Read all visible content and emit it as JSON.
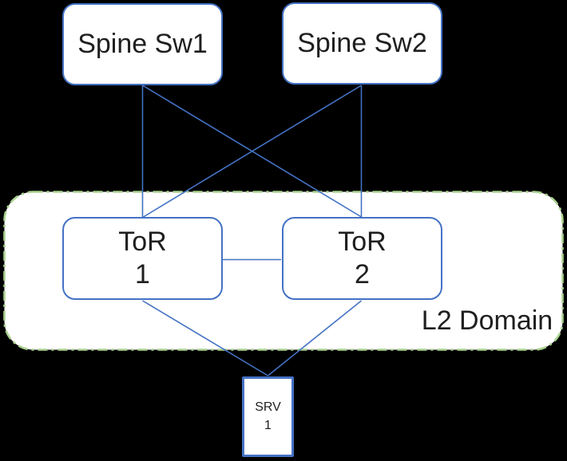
{
  "diagram": {
    "type": "network-topology",
    "nodes": {
      "spine1": {
        "label": "Spine Sw1",
        "role": "spine-switch"
      },
      "spine2": {
        "label": "Spine Sw2",
        "role": "spine-switch"
      },
      "tor1": {
        "line1": "ToR",
        "line2": "1",
        "role": "top-of-rack-switch"
      },
      "tor2": {
        "line1": "ToR",
        "line2": "2",
        "role": "top-of-rack-switch"
      },
      "srv1": {
        "line1": "SRV",
        "line2": "1",
        "role": "server"
      }
    },
    "l2_domain": {
      "label": "L2 Domain",
      "contains": [
        "ToR 1",
        "ToR 2"
      ]
    },
    "links": [
      {
        "from": "Spine Sw1",
        "to": "ToR 1"
      },
      {
        "from": "Spine Sw1",
        "to": "ToR 2"
      },
      {
        "from": "Spine Sw2",
        "to": "ToR 1"
      },
      {
        "from": "Spine Sw2",
        "to": "ToR 2"
      },
      {
        "from": "ToR 1",
        "to": "ToR 2"
      },
      {
        "from": "ToR 1",
        "to": "SRV 1"
      },
      {
        "from": "ToR 2",
        "to": "SRV 1"
      }
    ],
    "colors": {
      "background": "#000000",
      "node_fill": "#FFFFFF",
      "node_border": "#4472C4",
      "link_line": "#4472C4",
      "l2_domain_border": "#A9D18E",
      "text": "#1F1F1F"
    }
  }
}
